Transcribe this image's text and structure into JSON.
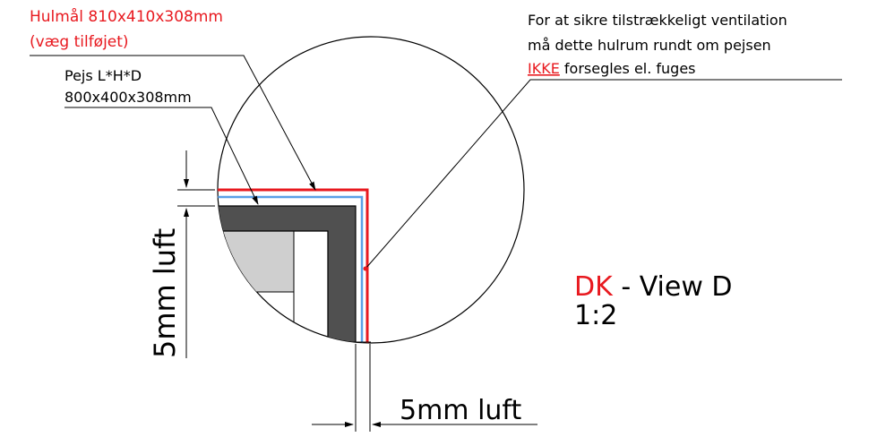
{
  "callouts": {
    "hole_line1": "Hulmål 810x410x308mm",
    "hole_line2": "(væg tilføjet)",
    "fireplace_line1": "Pejs L*H*D",
    "fireplace_line2": "800x400x308mm"
  },
  "note": {
    "line1": "For at sikre tilstrækkeligt ventilation",
    "line2": "må dette hulrum rundt om pejsen",
    "line3_emphasis": "IKKE",
    "line3_rest": " forsegles el. fuges"
  },
  "dimensions": {
    "vertical_gap": "5mm luft",
    "horizontal_gap": "5mm luft"
  },
  "view_label": {
    "country": "DK",
    "separator": " - ",
    "view": "View D",
    "scale": "1:2"
  },
  "colors": {
    "hole_outline": "#e8191f",
    "air_gap": "#5aa0e6",
    "fireplace_body": "#505050",
    "inner_fill": "#cfcfcf",
    "linework": "#000000"
  }
}
